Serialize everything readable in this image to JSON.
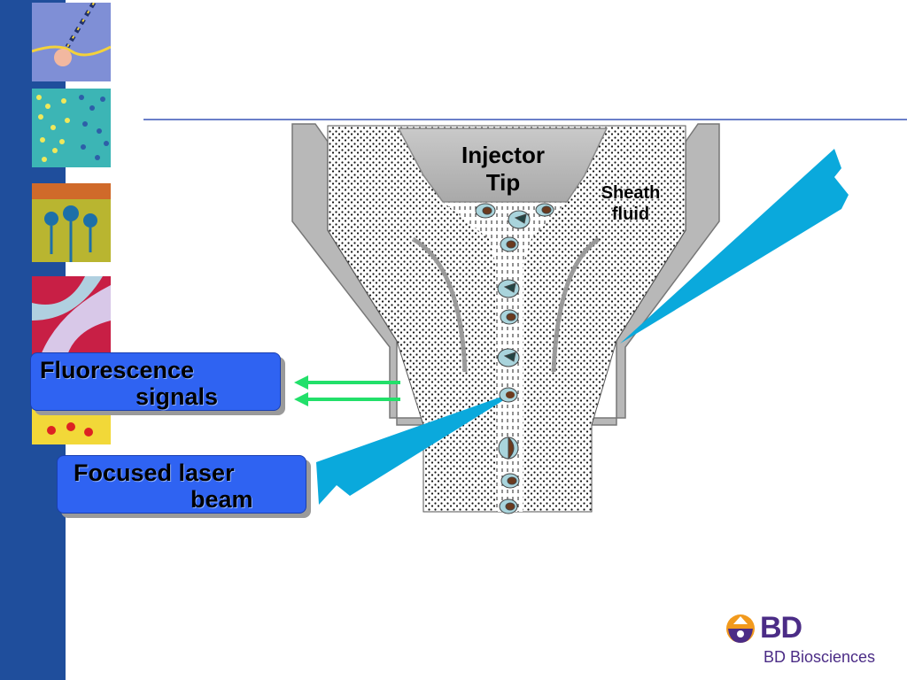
{
  "diagram": {
    "injector_label_line1": "Injector",
    "injector_label_line2": "Tip",
    "sheath_label_line1": "Sheath",
    "sheath_label_line2": "fluid",
    "fluorescence_line1": "Fluorescence",
    "fluorescence_line2": "signals",
    "laser_line1": "Focused laser",
    "laser_line2": "beam"
  },
  "logo": {
    "mark_text": "BD",
    "company": "BD Biosciences"
  },
  "colors": {
    "sidebar": "#1f4e9c",
    "rule": "#6a7fc9",
    "callout": "#2f63f2",
    "laser": "#0aa9dc",
    "arrow": "#22e06a",
    "logo_orange": "#f29a1d",
    "logo_purple": "#4b2c86"
  }
}
